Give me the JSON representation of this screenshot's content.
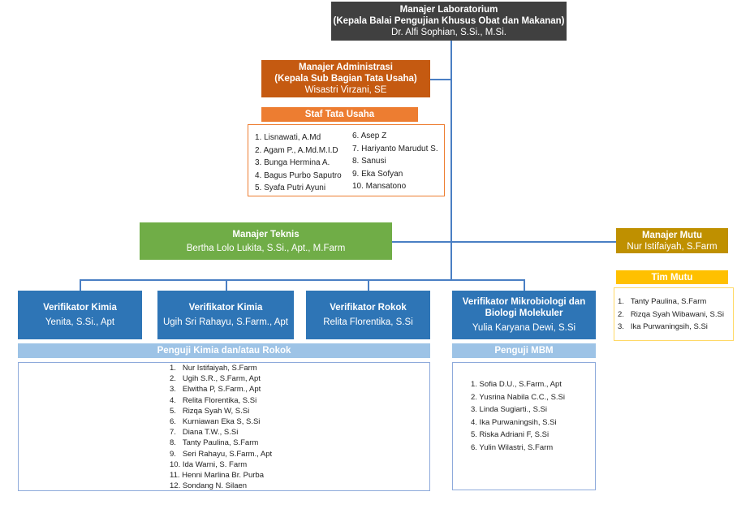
{
  "head": {
    "title": "Manajer Laboratorium",
    "subtitle": "(Kepala Balai Pengujian Khusus Obat dan Makanan)",
    "name": "Dr. Alfi Sophian, S.Si., M.Si."
  },
  "admin": {
    "title": "Manajer Administrasi",
    "subtitle": "(Kepala Sub Bagian Tata Usaha)",
    "name": "Wisastri Virzani, SE"
  },
  "staf": {
    "title": "Staf Tata Usaha",
    "col1": [
      "1. Lisnawati, A.Md",
      "2. Agam P., A.Md.M.I.D",
      "3. Bunga Hermina A.",
      "4. Bagus Purbo Saputro",
      "5. Syafa Putri Ayuni"
    ],
    "col2": [
      "6. Asep Z",
      "7. Hariyanto Marudut S.",
      "8. Sanusi",
      "9. Eka Sofyan",
      "10. Mansatono"
    ]
  },
  "teknis": {
    "title": "Manajer Teknis",
    "name": "Bertha Lolo Lukita, S.Si., Apt., M.Farm"
  },
  "mutu": {
    "title": "Manajer Mutu",
    "name": "Nur Istifaiyah, S.Farm",
    "team_title": "Tim Mutu",
    "team": [
      "1.   Tanty Paulina, S.Farm",
      "2.   Rizqa Syah Wibawani, S.Si",
      "3.   Ika Purwaningsih, S.Si"
    ]
  },
  "verifikator": [
    {
      "title": "Verifikator Kimia",
      "name": "Yenita, S.Si., Apt"
    },
    {
      "title": "Verifikator Kimia",
      "name": "Ugih Sri Rahayu, S.Farm., Apt"
    },
    {
      "title": "Verifikator Rokok",
      "name": "Relita Florentika, S.Si"
    },
    {
      "title": "Verifikator Mikrobiologi dan Biologi Molekuler",
      "name": "Yulia Karyana Dewi, S.Si"
    }
  ],
  "penguji_kimia": {
    "title": "Penguji Kimia dan/atau Rokok",
    "items": [
      "1.   Nur Istifaiyah, S.Farm",
      "2.   Ugih S.R., S.Farm, Apt",
      "3.   Elwitha P, S.Farm., Apt",
      "4.   Relita Florentika, S.Si",
      "5.   Rizqa Syah W, S.Si",
      "6.   Kurniawan Eka S, S.Si",
      "7.   Diana T.W., S.Si",
      "8.   Tanty Paulina, S.Farm",
      "9.   Seri Rahayu, S.Farm., Apt",
      "10. Ida Warni, S. Farm",
      "11. Henni Marlina Br. Purba",
      "12. Sondang N. Silaen"
    ]
  },
  "penguji_mbm": {
    "title": "Penguji MBM",
    "items": [
      "1. Sofia D.U., S.Farm., Apt",
      "2. Yusrina Nabila C.C., S.Si",
      "3. Linda Sugiarti., S.Si",
      "4. Ika Purwaningsih, S.Si",
      "5. Riska Adriani F, S.Si",
      "6. Yulin Wilastri, S.Farm"
    ]
  },
  "colors": {
    "head": "#404040",
    "admin": "#c55a11",
    "staf": "#ed7d31",
    "teknis": "#70ad47",
    "mutu": "#bf9000",
    "tim_mutu": "#ffc000",
    "verifikator": "#2e75b6",
    "penguji": "#9dc3e6"
  }
}
